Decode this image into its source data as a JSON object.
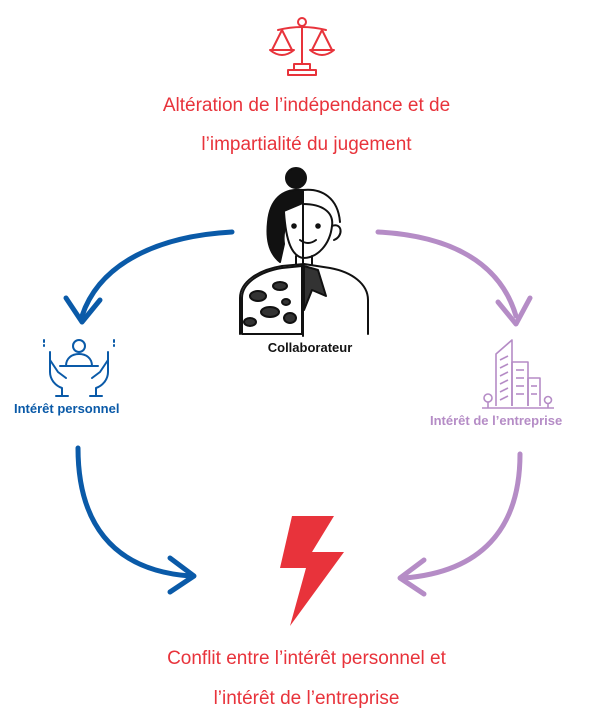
{
  "top_caption": {
    "line1": "Altération de l’indépendance et de",
    "line2": "l’impartialité du jugement"
  },
  "center_label": "Collaborateur",
  "left_label": "Intérêt personnel",
  "right_label": "Intérêt de l’entreprise",
  "bottom_caption": {
    "line1": "Conflit entre l’intérêt personnel et",
    "line2": "l’intérêt de l’entreprise"
  },
  "colors": {
    "red": "#e8333b",
    "blue": "#0a5aa8",
    "purple": "#b58cc6",
    "ink": "#111111"
  },
  "icons": [
    "scales-icon",
    "person-icon",
    "hands-person-icon",
    "buildings-icon",
    "lightning-icon"
  ]
}
